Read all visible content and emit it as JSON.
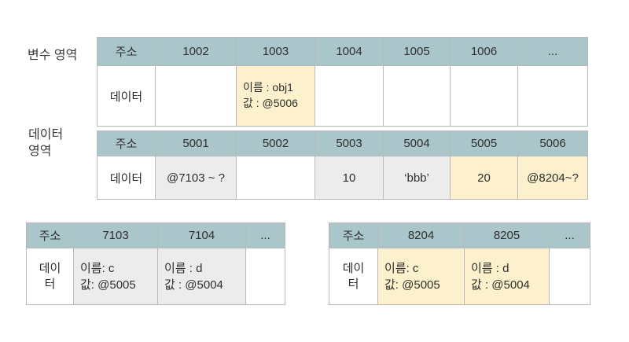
{
  "colors": {
    "header_teal": "#aac6ca",
    "highlight_yellow": "#fdf0cc",
    "cell_gray": "#ececec",
    "border": "#b9b9b9",
    "text": "#2e2e2e"
  },
  "labels": {
    "variable_area": "변수 영역",
    "data_area": "데이터\n영역"
  },
  "variable_table": {
    "address_label": "주소",
    "data_label": "데이터",
    "addresses": [
      "1002",
      "1003",
      "1004",
      "1005",
      "1006",
      "..."
    ],
    "obj_cell": {
      "name_line": "이름 : obj1",
      "value_line": "값 : @5006"
    }
  },
  "data_table": {
    "address_label": "주소",
    "data_label": "데이터",
    "addresses": [
      "5001",
      "5002",
      "5003",
      "5004",
      "5005",
      "5006"
    ],
    "values": [
      "@7103 ~ ?",
      "",
      "10",
      "‘bbb’",
      "20",
      "@8204~?"
    ]
  },
  "heap_table_7103": {
    "address_label": "주소",
    "data_label": "데이\n터",
    "addresses": [
      "7103",
      "7104",
      "..."
    ],
    "cells": [
      {
        "name_line": "이름: c",
        "value_line": "값: @5005"
      },
      {
        "name_line": "이름 : d",
        "value_line": "값 : @5004"
      }
    ]
  },
  "heap_table_8204": {
    "address_label": "주소",
    "data_label": "데이\n터",
    "addresses": [
      "8204",
      "8205",
      "..."
    ],
    "cells": [
      {
        "name_line": "이름: c",
        "value_line": "값: @5005"
      },
      {
        "name_line": "이름 : d",
        "value_line": "값 : @5004"
      }
    ]
  }
}
